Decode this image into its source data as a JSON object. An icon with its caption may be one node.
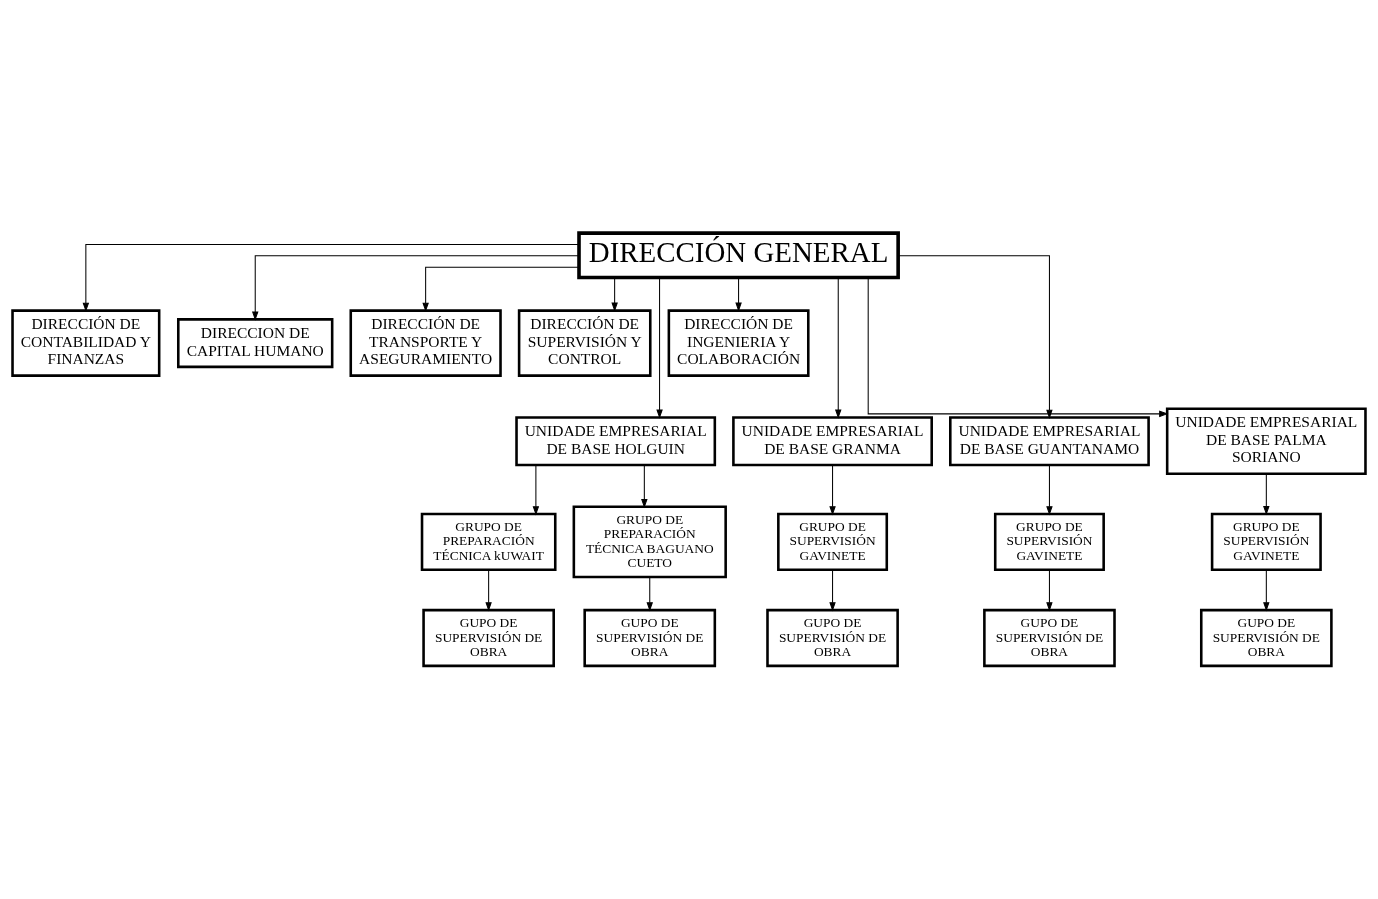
{
  "diagram": {
    "nodes": [
      {
        "text": [
          "DIRECCIÓN GENERAL"
        ]
      },
      {
        "text": [
          "DIRECCIÓN DE CONTABILIDAD Y FINANZAS"
        ]
      },
      {
        "text": [
          "DIRECCION DE CAPITAL HUMANO"
        ]
      },
      {
        "text": [
          "DIRECCIÓN DE TRANSPORTE Y ASEGURAMIENTO"
        ]
      },
      {
        "text": [
          "DIRECCIÓN DE SUPERVISIÓN Y CONTROL"
        ]
      },
      {
        "text": [
          "DIRECCIÓN DE INGENIERIA Y COLABORACIÓN"
        ]
      },
      {
        "text": [
          "UNIDADE EMPRESARIAL DE BASE HOLGUIN"
        ]
      },
      {
        "text": [
          "UNIDADE EMPRESARIAL DE BASE GRANMA"
        ]
      },
      {
        "text": [
          "UNIDADE EMPRESARIAL DE BASE GUANTANAMO"
        ]
      },
      {
        "text": [
          "UNIDADE EMPRESARIAL DE BASE PALMA SORIANO"
        ]
      },
      {
        "text": [
          "GRUPO DE PREPARACIÓN TÉCNICA kUWAIT"
        ]
      },
      {
        "text": [
          "GRUPO DE PREPARACIÓN TÉCNICA BAGUANO CUETO"
        ]
      },
      {
        "text": [
          "GRUPO DE SUPERVISIÓN GAVINETE"
        ]
      },
      {
        "text": [
          "GRUPO DE SUPERVISIÓN GAVINETE"
        ]
      },
      {
        "text": [
          "GRUPO DE SUPERVISIÓN GAVINETE"
        ]
      },
      {
        "text": [
          "GUPO DE SUPERVISIÓN DE OBRA"
        ]
      },
      {
        "text": [
          "GUPO DE SUPERVISIÓN DE OBRA"
        ]
      },
      {
        "text": [
          "GUPO DE SUPERVISIÓN DE OBRA"
        ]
      },
      {
        "text": [
          "GUPO DE SUPERVISIÓN DE OBRA"
        ]
      },
      {
        "text": [
          "GUPO DE SUPERVISIÓN DE OBRA"
        ]
      }
    ],
    "edges": [
      {
        "from": 0,
        "to": 1,
        "arrow": "to"
      },
      {
        "from": 0,
        "to": 2,
        "arrow": "to"
      },
      {
        "from": 0,
        "to": 3,
        "arrow": "to"
      },
      {
        "from": 0,
        "to": 4,
        "arrow": "to"
      },
      {
        "from": 0,
        "to": 5,
        "arrow": "to"
      },
      {
        "from": 0,
        "to": 6,
        "arrow": "to"
      },
      {
        "from": 0,
        "to": 7,
        "arrow": "to"
      },
      {
        "from": 0,
        "to": 8,
        "arrow": "to"
      },
      {
        "from": 0,
        "to": 9,
        "arrow": "to"
      },
      {
        "from": 6,
        "to": 10,
        "arrow": "to"
      },
      {
        "from": 6,
        "to": 11,
        "arrow": "to"
      },
      {
        "from": 7,
        "to": 12,
        "arrow": "to"
      },
      {
        "from": 8,
        "to": 13,
        "arrow": "to"
      },
      {
        "from": 9,
        "to": 14,
        "arrow": "to"
      },
      {
        "from": 10,
        "to": 15,
        "arrow": "to"
      },
      {
        "from": 11,
        "to": 16,
        "arrow": "to"
      },
      {
        "from": 12,
        "to": 17,
        "arrow": "to"
      },
      {
        "from": 13,
        "to": 18,
        "arrow": "to"
      },
      {
        "from": 14,
        "to": 19,
        "arrow": "to"
      }
    ]
  }
}
